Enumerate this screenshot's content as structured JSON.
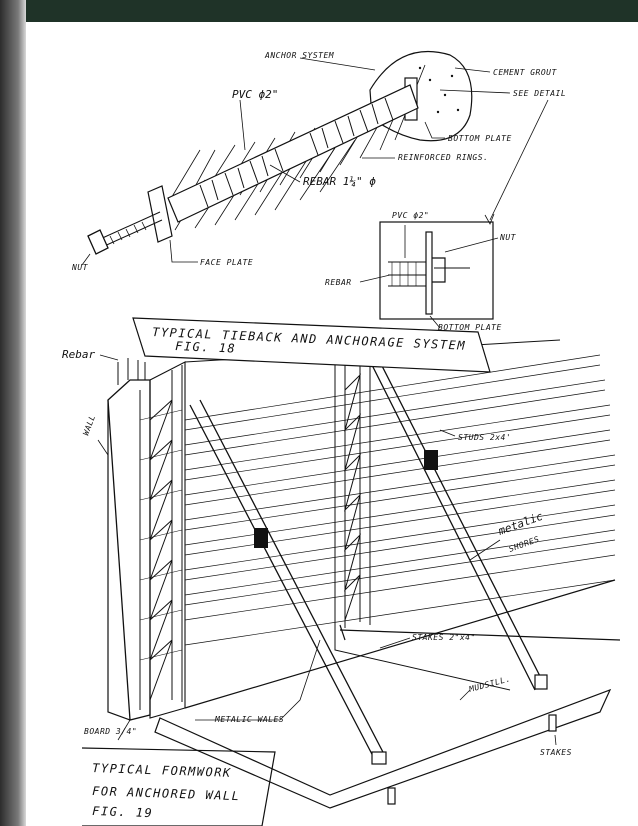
{
  "labels": {
    "anchor_system": "ANCHOR SYSTEM",
    "cement_grout": "CEMENT GROUT",
    "see_detail": "SEE DETAIL",
    "pvc_top": "PVC ϕ2\"",
    "bottom_plate_top": "BOTTOM PLATE",
    "reinforced_rings": "REINFORCED RINGS.",
    "rebar_main": "REBAR 1¼\" ϕ",
    "nut_left": "NUT",
    "face_plate": "FACE PLATE",
    "detail_pvc": "PVC ϕ2\"",
    "detail_nut": "NUT",
    "detail_rebar": "REBAR",
    "detail_bottom_plate": "BOTTOM PLATE",
    "fig18_line1": "TYPICAL TIEBACK AND ANCHORAGE SYSTEM",
    "fig18_line2": "FIG. 18",
    "rebar_wall": "Rebar",
    "wall": "WALL",
    "studs": "STUDS 2x4'",
    "metalic_shores_1": "metalic",
    "metalic_shores_2": "SHORES",
    "stakes_mid": "STAKES 2\"x4\"",
    "mudsill": "MUDSILL.",
    "metalic_wales": "METALIC WALES",
    "board": "BOARD 3/4\"",
    "stakes_bottom": "STAKES",
    "fig19_line1": "TYPICAL FORMWORK",
    "fig19_line2": "FOR ANCHORED WALL",
    "fig19_line3": "FIG. 19"
  }
}
